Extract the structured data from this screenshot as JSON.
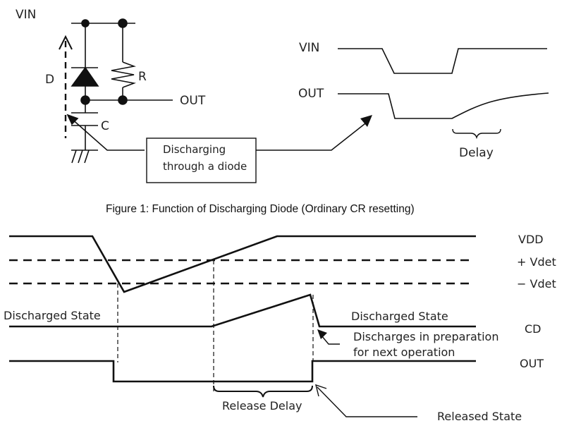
{
  "figure1": {
    "caption": "Figure 1: Function of Discharging Diode (Ordinary CR resetting)",
    "circuit": {
      "vin_label": "VIN",
      "d_label": "D",
      "r_label": "R",
      "c_label": "C",
      "out_label": "OUT"
    },
    "box_text": [
      "Discharging",
      "through a diode"
    ],
    "waveform": {
      "vin_label": "VIN",
      "out_label": "OUT",
      "delay_label": "Delay"
    }
  },
  "figure2": {
    "signals": {
      "vdd": "VDD",
      "plus_vdet": "+ Vdet",
      "minus_vdet": "− Vdet",
      "cd": "CD",
      "out": "OUT"
    },
    "annotations": {
      "discharged_left": "Discharged State",
      "discharged_right": "Discharged State",
      "discharges_note": [
        "Discharges in preparation",
        "for next operation"
      ],
      "release_delay": "Release Delay",
      "released_state": "Released State"
    }
  }
}
